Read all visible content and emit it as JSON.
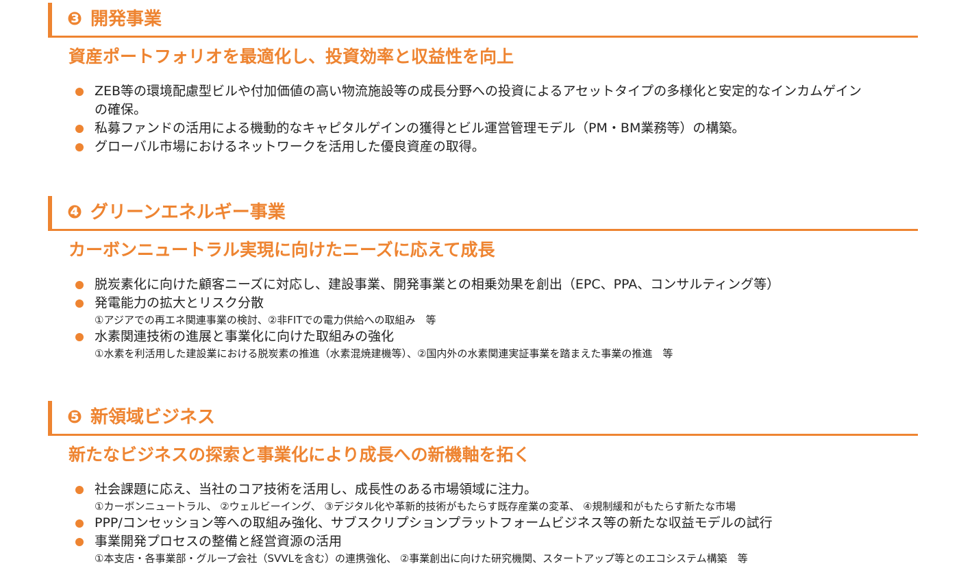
{
  "sections": [
    {
      "number": "❸",
      "title": "開発事業",
      "subtitle": "資産ポートフォリオを最適化し、投資効率と収益性を向上",
      "bullets": [
        {
          "text": "ZEB等の環境配慮型ビルや付加価値の高い物流施設等の成長分野への投資によるアセットタイプの多様化と安定的なインカムゲインの確保。",
          "note": ""
        },
        {
          "text": "私募ファンドの活用による機動的なキャピタルゲインの獲得とビル運営管理モデル（PM・BM業務等）の構築。",
          "note": ""
        },
        {
          "text": "グローバル市場におけるネットワークを活用した優良資産の取得。",
          "note": ""
        }
      ]
    },
    {
      "number": "❹",
      "title": "グリーンエネルギー事業",
      "subtitle": "カーボンニュートラル実現に向けたニーズに応えて成長",
      "bullets": [
        {
          "text": "脱炭素化に向けた顧客ニーズに対応し、建設事業、開発事業との相乗効果を創出（EPC、PPA、コンサルティング等）",
          "note": ""
        },
        {
          "text": "発電能力の拡大とリスク分散",
          "note": "①アジアでの再エネ関連事業の検討、②非FITでの電力供給への取組み　等"
        },
        {
          "text": "水素関連技術の進展と事業化に向けた取組みの強化",
          "note": "①水素を利活用した建設業における脱炭素の推進（水素混焼建機等）、②国内外の水素関連実証事業を踏まえた事業の推進　等"
        }
      ]
    },
    {
      "number": "❺",
      "title": "新領域ビジネス",
      "subtitle": "新たなビジネスの探索と事業化により成長への新機軸を拓く",
      "bullets": [
        {
          "text": "社会課題に応え、当社のコア技術を活用し、成長性のある市場領域に注力。",
          "note": "①カーボンニュートラル、 ②ウェルビーイング、 ③デジタル化や革新的技術がもたらす既存産業の変革、 ④規制緩和がもたらす新たな市場"
        },
        {
          "text": "PPP/コンセッション等への取組み強化、サブスクリプションプラットフォームビジネス等の新たな収益モデルの試行",
          "note": ""
        },
        {
          "text": "事業開発プロセスの整備と経営資源の活用",
          "note": "①本支店・各事業部・グループ会社（SVVLを含む）の連携強化、 ②事業創出に向けた研究機関、スタートアップ等とのエコシステム構築　等"
        }
      ]
    }
  ],
  "colors": {
    "accent": "#ee8431",
    "text": "#222222"
  }
}
